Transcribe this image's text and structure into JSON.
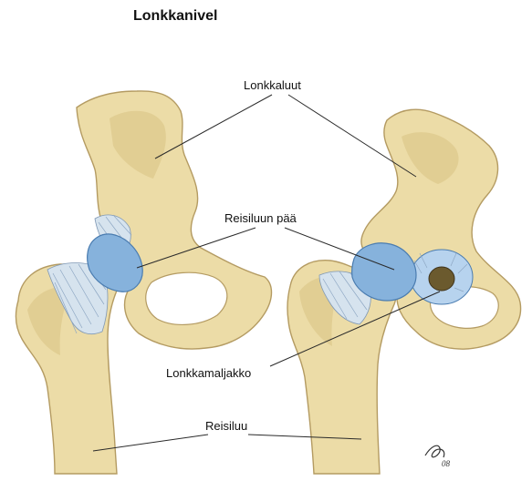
{
  "title": "Lonkkanivel",
  "labels": {
    "hip_bones": "Lonkkaluut",
    "femoral_head": "Reisiluun pää",
    "acetabular_labrum": "Lonkkamaljakko",
    "femur": "Reisiluu"
  },
  "signature": "08",
  "colors": {
    "bone": "#ecdca7",
    "cartilage": "#86b2dc",
    "ligament": "#d6e3ee"
  }
}
